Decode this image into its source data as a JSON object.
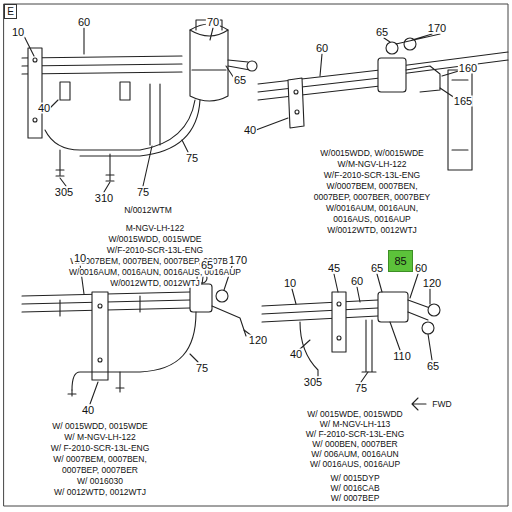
{
  "diagram": {
    "nodes": [
      {
        "text": [
          "E"
        ]
      },
      {
        "text": [
          "85"
        ]
      }
    ],
    "labels": [
      "10",
      "60",
      "70",
      "65",
      "40",
      "305",
      "310",
      "75",
      "75",
      "N/0012WTM",
      "M-NGV-LH-122",
      "W/0015WDD, 0015WDE",
      "W/F-2010-SCR-13L-ENG",
      "W/0007BEM, 0007BEN, 0007BEP, 0007BER",
      "W/0016AUM, 0016AUN, 0016AUS, 0016AUP",
      "W/0012WTD, 0012WTJ",
      "60",
      "65",
      "170",
      "160",
      "165",
      "40",
      "W/0015WDD, W/0015WDE",
      "W/M-NGV-LH-122",
      "W/F-2010-SCR-13L-ENG",
      "W/0007BEM, 0007BEN,",
      "0007BEP, 0007BER, 0007BEY",
      "W/0016AUM, 0016AUN,",
      "0016AUS, 0016AUP",
      "W/0012WTD, 0012WTJ",
      "10",
      "65",
      "170",
      "120",
      "75",
      "40",
      "W/ 0015WDD, 0015WDE",
      "W/ M-NGV-LH-122",
      "W/ F-2010-SCR-13L-ENG",
      "W/ 0007BEM, 0007BEN,",
      "0007BEP, 0007BER",
      "W/ 0016030",
      "W/ 0012WTD, 0012WTJ",
      "10",
      "45",
      "60",
      "65",
      "60",
      "120",
      "40",
      "110",
      "65",
      "305",
      "75",
      "FWD",
      "W/ 0015WDE, 0015WDD",
      "W/ M-NGV-LH-113",
      "W/ F-2010-SCR-13L-ENG",
      "W/ 000BEN, 0007BER",
      "W/ 006AUM, 0016AUN",
      "W/ 0016AUS, 0016AUP",
      "W/ 0015DYP",
      "W/ 0016CAB",
      "W/ 0007BEP"
    ]
  }
}
